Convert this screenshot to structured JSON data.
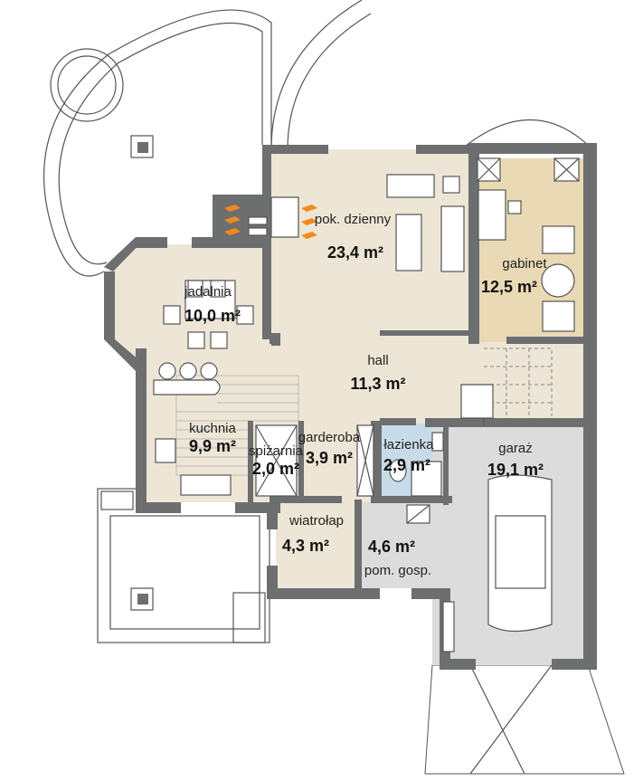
{
  "colors": {
    "wall": "#6d6e70",
    "floor_main": "#ede6d6",
    "floor_office": "#e9d9b4",
    "floor_bathroom": "#c8dbe9",
    "floor_utility": "#dcdcdc",
    "fireplace_flame": "#f08a1c"
  },
  "rooms": [
    {
      "id": "living",
      "name": "pok. dzienny",
      "area": "23,4 m²"
    },
    {
      "id": "dining",
      "name": "jadalnia",
      "area": "10,0 m²"
    },
    {
      "id": "office",
      "name": "gabinet",
      "area": "12,5 m²"
    },
    {
      "id": "hall",
      "name": "hall",
      "area": "11,3 m²"
    },
    {
      "id": "kitchen",
      "name": "kuchnia",
      "area": "9,9 m²"
    },
    {
      "id": "pantry",
      "name": "spiżarnia",
      "area": "2,0 m²"
    },
    {
      "id": "wardrobe",
      "name": "garderoba",
      "area": "3,9 m²"
    },
    {
      "id": "bathroom",
      "name": "łazienka",
      "area": "2,9 m²"
    },
    {
      "id": "garage",
      "name": "garaż",
      "area": "19,1 m²"
    },
    {
      "id": "vestibule",
      "name": "wiatrołap",
      "area": "4,3 m²"
    },
    {
      "id": "utility",
      "name": "pom. gosp.",
      "area": "4,6 m²"
    }
  ]
}
